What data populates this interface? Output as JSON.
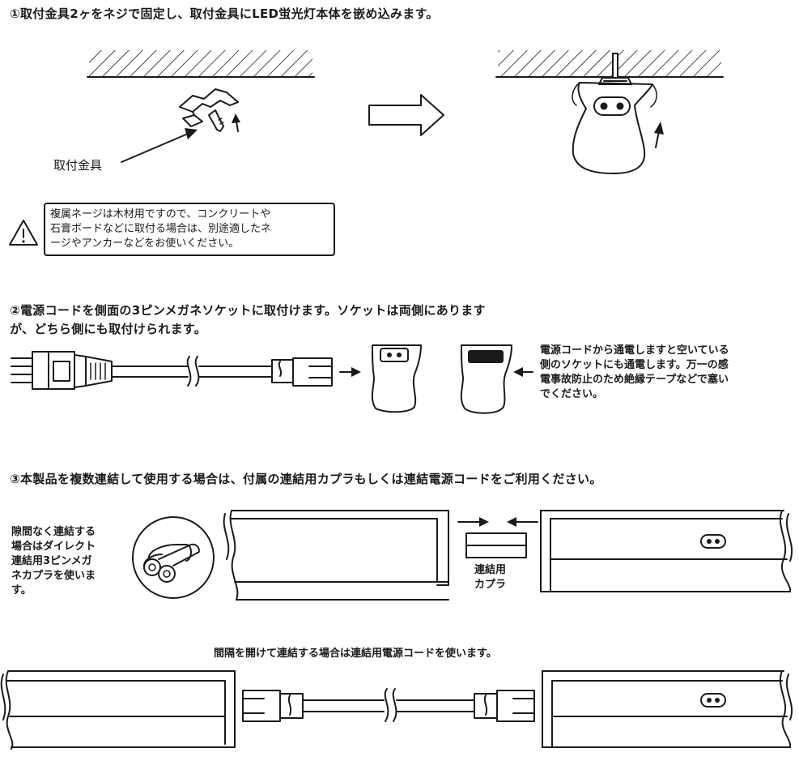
{
  "step1": {
    "heading": "①取付金具2ヶをネジで固定し、取付金具にLED蛍光灯本体を嵌め込みます。",
    "bracket_label": "取付金具",
    "warning": [
      "複属ネージは木材用ですので、コンクリートや",
      "石膏ボードなどに取付る場合は、別途適したネ",
      "ージやアンカーなどをお使いください。"
    ]
  },
  "step2": {
    "heading": [
      "②電源コードを側面の3ピンメガネソケットに取付けます。ソケットは両側にあります",
      "が、どちら側にも取付けられます。"
    ],
    "note": [
      "電源コードから通電しますと空いている",
      "側のソケットにも通電します。万一の感",
      "電事故防止のため絶縁テープなどで塞い",
      "でください。"
    ]
  },
  "step3": {
    "heading": "③本製品を複数連結して使用する場合は、付属の連結用カプラもしくは連結電源コードをご利用ください。",
    "direct_note": [
      "隙間なく連結する",
      "場合はダイレクト",
      "連結用3ピンメガ",
      "ネカプラを使いま",
      "す。"
    ],
    "coupler_label": [
      "連結用",
      "カプラ"
    ],
    "gap_heading": "間隔を開けて連結する場合は連結用電源コードを使います。"
  },
  "icons": [
    "warning-triangle-icon",
    "arrow-right-icon"
  ],
  "colors": {
    "ink": "#1a1a1a",
    "background": "#ffffff"
  }
}
